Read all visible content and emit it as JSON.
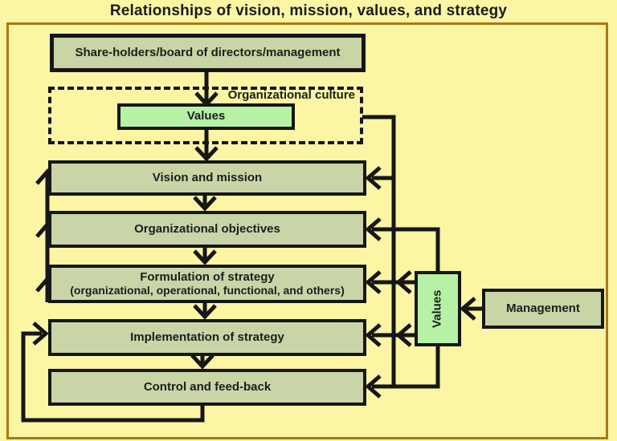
{
  "title": "Relationships of vision, mission, values, and strategy",
  "colors": {
    "background": "#fbf5a4",
    "frame_border": "#a8790f",
    "box_fill_sage": "#c9d5a6",
    "box_fill_mint": "#b6f1a6",
    "line_black": "#161616",
    "text": "#1d1d1d"
  },
  "boxes": {
    "shareholders": "Share-holders/board of directors/management",
    "org_culture_label": "Organizational culture",
    "values_top": "Values",
    "vision": "Vision and mission",
    "objectives": "Organizational objectives",
    "formulation_line1": "Formulation of strategy",
    "formulation_line2": "(organizational, operational, functional, and others)",
    "implementation": "Implementation of strategy",
    "control": "Control and feed-back",
    "values_side": "Values",
    "management": "Management"
  }
}
